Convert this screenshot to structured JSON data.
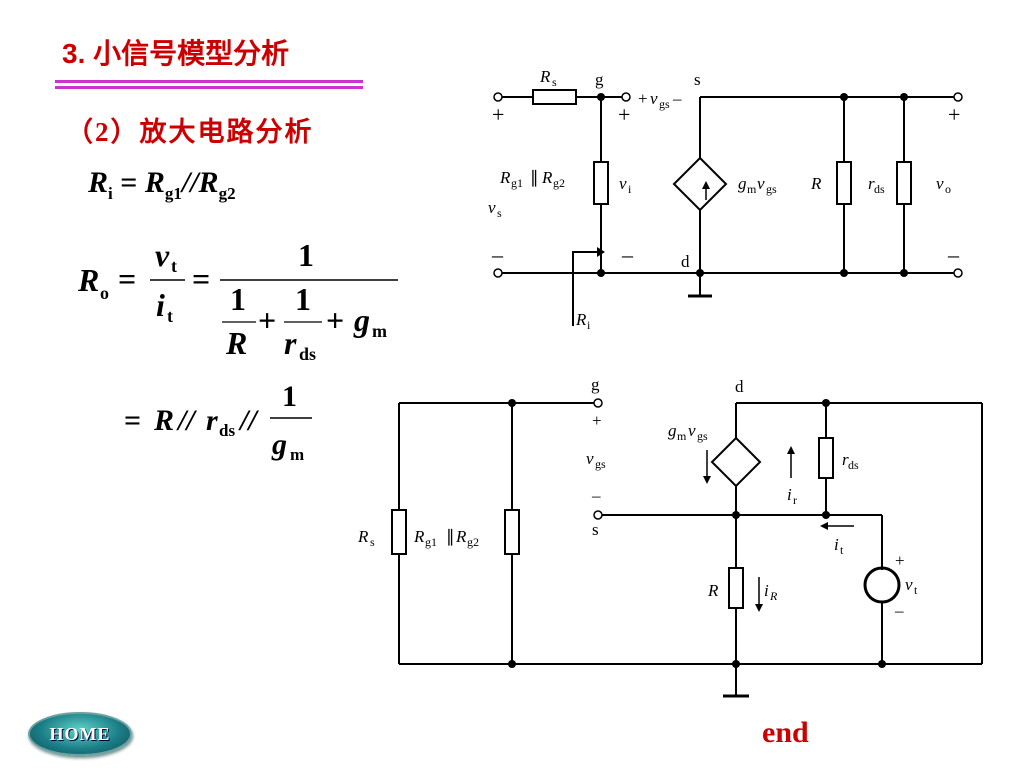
{
  "header": {
    "title": "3. 小信号模型分析",
    "subtitle": "（2）放大电路分析"
  },
  "equations": {
    "ri": {
      "lhs": "R",
      "lhs_sub": "i",
      "eq": "=",
      "r1": "R",
      "r1_sub": "g1",
      "sep": "//",
      "r2": "R",
      "r2_sub": "g2"
    },
    "ro": {
      "lhs": "R",
      "lhs_sub": "o",
      "eq1": "=",
      "vt": "v",
      "vt_sub": "t",
      "it": "i",
      "it_sub": "t",
      "eq2": "=",
      "one": "1",
      "den_one_a": "1",
      "den_R": "R",
      "plus1": "+",
      "den_one_b": "1",
      "den_r": "r",
      "den_r_sub": "ds",
      "plus2": "+",
      "gm": "g",
      "gm_sub": "m"
    },
    "ro2": {
      "eq": "=",
      "R": "R",
      "sep1": "//",
      "r": "r",
      "r_sub": "ds",
      "sep2": "//",
      "one": "1",
      "g": "g",
      "g_sub": "m"
    }
  },
  "circuit1": {
    "labels": {
      "rs": "R",
      "rs_sub": "s",
      "g": "g",
      "vgs_plus": "+",
      "vgs": "v",
      "vgs_sub": "gs",
      "vgs_minus": "–",
      "s": "s",
      "plus_left": "+",
      "plus_mid": "+",
      "plus_right": "+",
      "rg": "R",
      "rg_sub1": "g1",
      "rg_par": "∥",
      "rg2": "R",
      "rg_sub2": "g2",
      "vi": "v",
      "vi_sub": "i",
      "vs": "v",
      "vs_sub": "s",
      "gmvgs_g": "g",
      "gmvgs_m": "m",
      "gmvgs_v": "v",
      "gmvgs_gs": "gs",
      "r": "R",
      "rds": "r",
      "rds_sub": "ds",
      "vo": "v",
      "vo_sub": "o",
      "minus_left": "–",
      "minus_mid": "–",
      "minus_right": "–",
      "d": "d",
      "ri": "R",
      "ri_sub": "i"
    }
  },
  "circuit2": {
    "labels": {
      "g": "g",
      "plus": "+",
      "vgs": "v",
      "vgs_sub": "gs",
      "minus": "–",
      "s": "s",
      "d": "d",
      "gm_g": "g",
      "gm_m": "m",
      "gm_v": "v",
      "gm_gs": "gs",
      "rds": "r",
      "rds_sub": "ds",
      "ir": "i",
      "ir_sub": "r",
      "it": "i",
      "it_sub": "t",
      "rs": "R",
      "rs_sub": "s",
      "rg": "R",
      "rg_sub1": "g1",
      "rg_par": "∥",
      "rg2": "R",
      "rg_sub2": "g2",
      "r": "R",
      "ir2": "i",
      "ir2_sub": "R",
      "vt_plus": "+",
      "vt": "v",
      "vt_sub": "t",
      "vt_minus": "–"
    }
  },
  "footer": {
    "home": "HOME",
    "end": "end"
  },
  "colors": {
    "title": "#cc0000",
    "underline": "#cc33cc",
    "home": "#1c7f88"
  }
}
